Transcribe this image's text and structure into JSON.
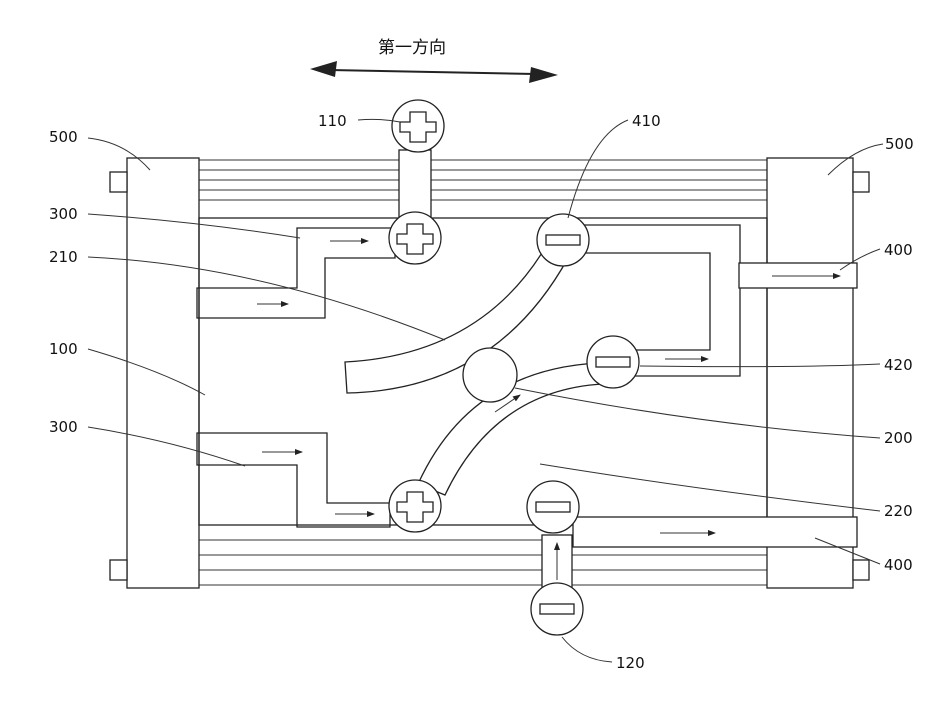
{
  "direction_label": "第一方向",
  "labels": {
    "l110": "110",
    "l410": "410",
    "l500_left": "500",
    "l500_right": "500",
    "l300_top": "300",
    "l210": "210",
    "l400_top": "400",
    "l100": "100",
    "l420": "420",
    "l300_bottom": "300",
    "l200": "200",
    "l220": "220",
    "l400_bottom": "400",
    "l120": "120"
  },
  "colors": {
    "line": "#222222",
    "background": "#ffffff"
  },
  "icons": {
    "positive": "plus-sign",
    "negative": "minus-sign",
    "flow": "arrow"
  }
}
